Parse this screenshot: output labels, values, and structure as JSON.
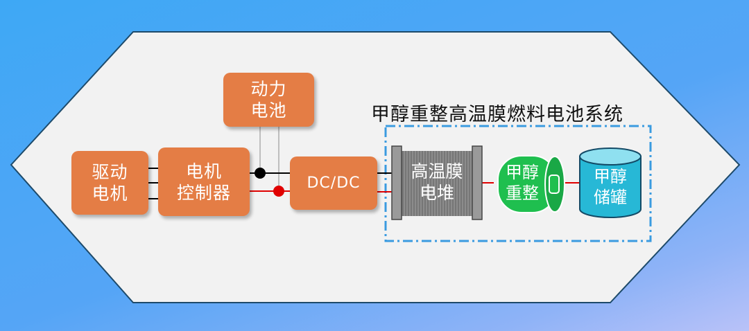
{
  "title": "甲醇重整高温膜燃料电池系统",
  "components": {
    "drive_motor": "驱动\n电机",
    "motor_controller": "电机\n控制器",
    "power_battery": "动力\n电池",
    "dcdc": "DC/DC",
    "ht_stack": "高温膜\n电堆",
    "reformer": "甲醇\n重整",
    "storage_tank": "甲醇\n储罐"
  },
  "colors": {
    "component_fill": "#e47d45",
    "stack_fill": "#8c8c8c",
    "reformer_fill": "#1fbf4f",
    "tank_fill": "#27b8d6",
    "positive_line": "#e00000",
    "negative_line": "#000000",
    "boundary_dash": "#3a9be0",
    "hexagon_fill": "#f2f2f2",
    "hexagon_stroke": "#1d4a6a"
  },
  "icons": {
    "negative_terminal": "black-dot-icon",
    "positive_terminal": "red-dot-icon"
  }
}
